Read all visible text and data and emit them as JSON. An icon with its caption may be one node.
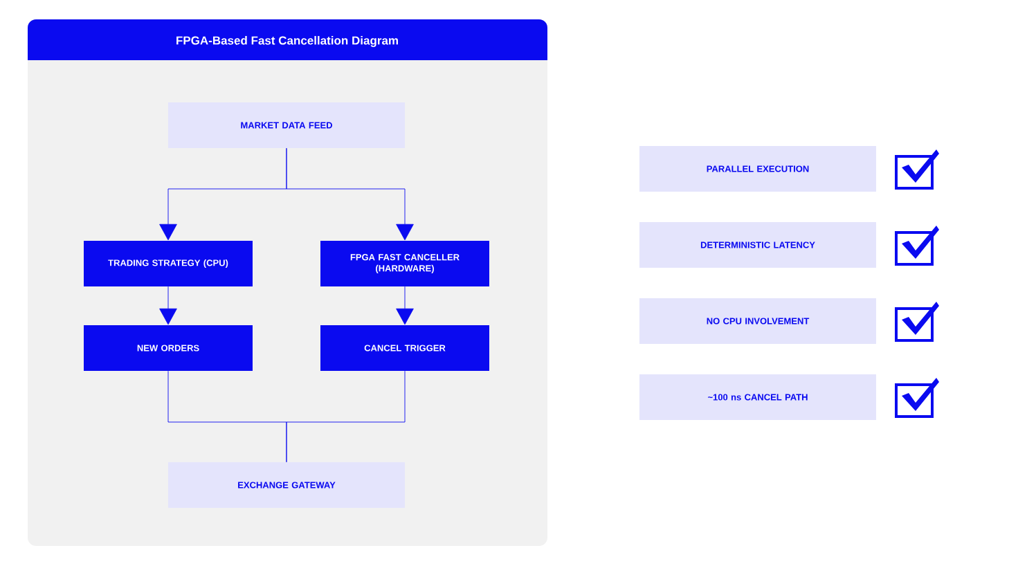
{
  "diagram": {
    "title": "FPGA-Based Fast Cancellation Diagram",
    "nodes": [
      {
        "text": [
          "MARKET DATA FEED"
        ]
      },
      {
        "text": [
          "TRADING STRATEGY (CPU)"
        ]
      },
      {
        "text": [
          "FPGA FAST CANCELLER (HARDWARE)"
        ]
      },
      {
        "text": [
          "NEW ORDERS"
        ]
      },
      {
        "text": [
          "CANCEL TRIGGER"
        ]
      },
      {
        "text": [
          "EXCHANGE GATEWAY"
        ]
      },
      {
        "text": [
          "PARALLEL EXECUTION"
        ]
      },
      {
        "text": [
          "DETERMINISTIC LATENCY"
        ]
      },
      {
        "text": [
          "NO CPU INVOLVEMENT"
        ]
      },
      {
        "text": [
          "~100 ns CANCEL PATH"
        ]
      }
    ],
    "edges": [
      {
        "from": 0,
        "to": 1,
        "arrow": "to"
      },
      {
        "from": 0,
        "to": 2,
        "arrow": "to"
      },
      {
        "from": 1,
        "to": 3,
        "arrow": "to"
      },
      {
        "from": 2,
        "to": 4,
        "arrow": "to"
      },
      {
        "from": 3,
        "to": 5,
        "arrow": "none"
      },
      {
        "from": 4,
        "to": 5,
        "arrow": "none"
      }
    ]
  }
}
